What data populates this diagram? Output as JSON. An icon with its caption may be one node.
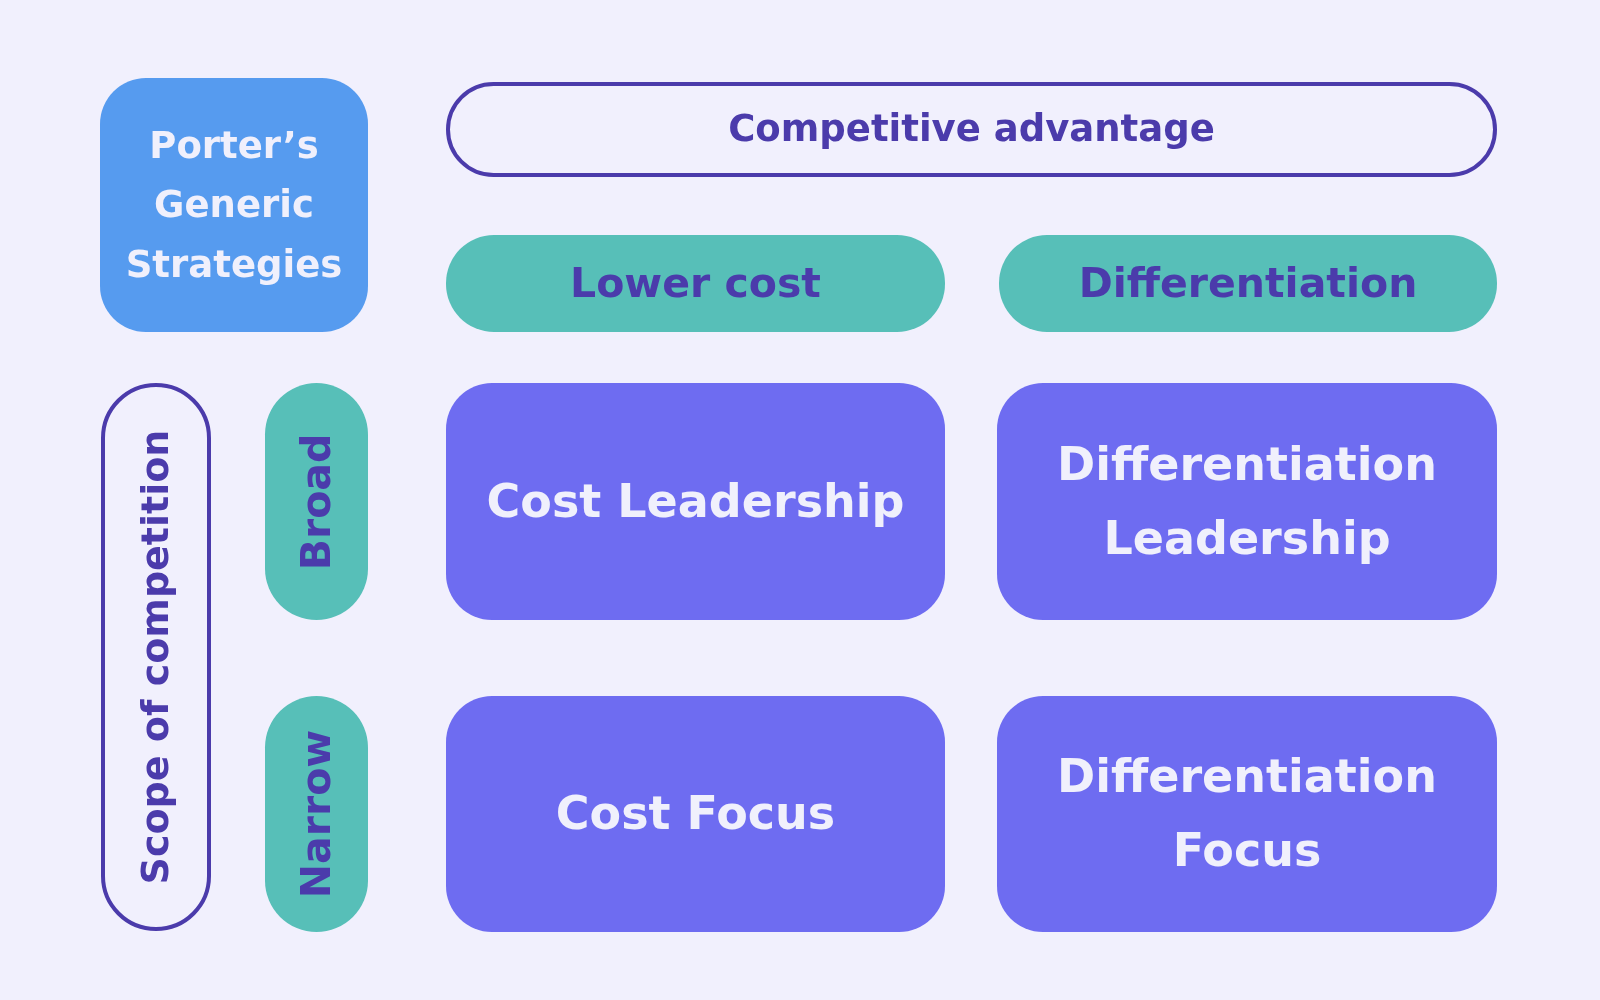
{
  "diagram": {
    "nodes": [
      {
        "text": [
          "Porter’s Generic Strategies"
        ]
      },
      {
        "text": [
          "Competitive advantage"
        ]
      },
      {
        "text": [
          "Lower cost"
        ]
      },
      {
        "text": [
          "Differentiation"
        ]
      },
      {
        "text": [
          "Scope of competition"
        ]
      },
      {
        "text": [
          "Broad"
        ]
      },
      {
        "text": [
          "Cost Leadership"
        ]
      },
      {
        "text": [
          "Differentiation Leadership"
        ]
      },
      {
        "text": [
          "Narrow"
        ]
      },
      {
        "text": [
          "Cost Focus"
        ]
      },
      {
        "text": [
          "Differentiation Focus"
        ]
      }
    ]
  }
}
